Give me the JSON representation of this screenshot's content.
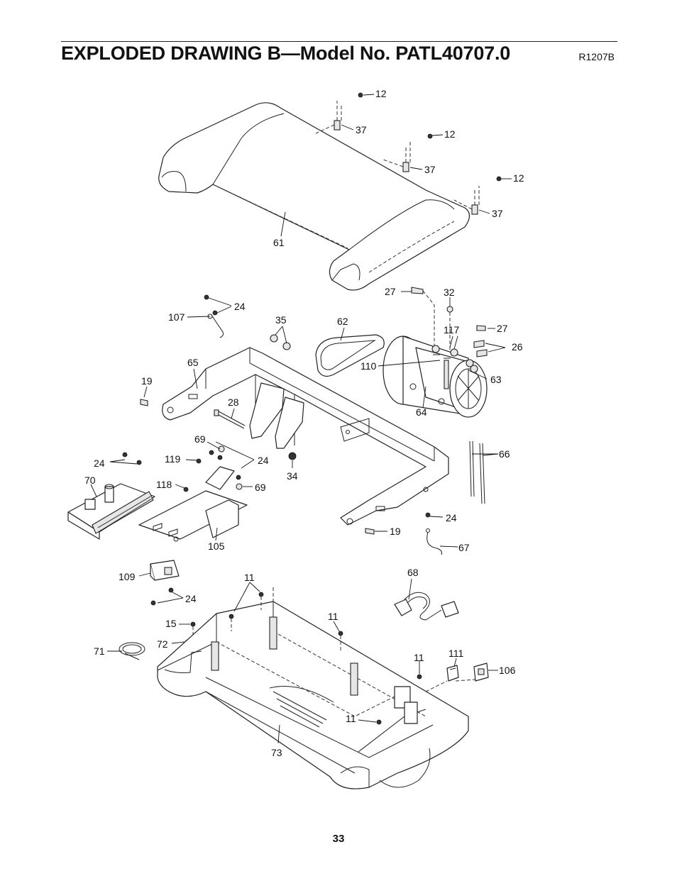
{
  "header": {
    "title": "EXPLODED DRAWING B—Model No. PATL40707.0",
    "drawing_code": "R1207B"
  },
  "footer": {
    "page_number": "33"
  },
  "part_labels": {
    "p12a": "12",
    "p37a": "37",
    "p12b": "12",
    "p37b": "37",
    "p12c": "12",
    "p37c": "37",
    "p61": "61",
    "p27a": "27",
    "p32": "32",
    "p24a": "24",
    "p107": "107",
    "p35": "35",
    "p62": "62",
    "p117": "117",
    "p27b": "27",
    "p26": "26",
    "p110": "110",
    "p63": "63",
    "p65": "65",
    "p64": "64",
    "p19a": "19",
    "p28": "28",
    "p69a": "69",
    "p66": "66",
    "p24b": "24",
    "p119": "119",
    "p24c": "24",
    "p34": "34",
    "p70": "70",
    "p118": "118",
    "p69b": "69",
    "p24d": "24",
    "p19b": "19",
    "p105": "105",
    "p67": "67",
    "p68": "68",
    "p109": "109",
    "p11a": "11",
    "p24e": "24",
    "p15": "15",
    "p11b": "11",
    "p72": "72",
    "p71": "71",
    "p11c": "11",
    "p111": "111",
    "p106": "106",
    "p11d": "11",
    "p73": "73"
  }
}
